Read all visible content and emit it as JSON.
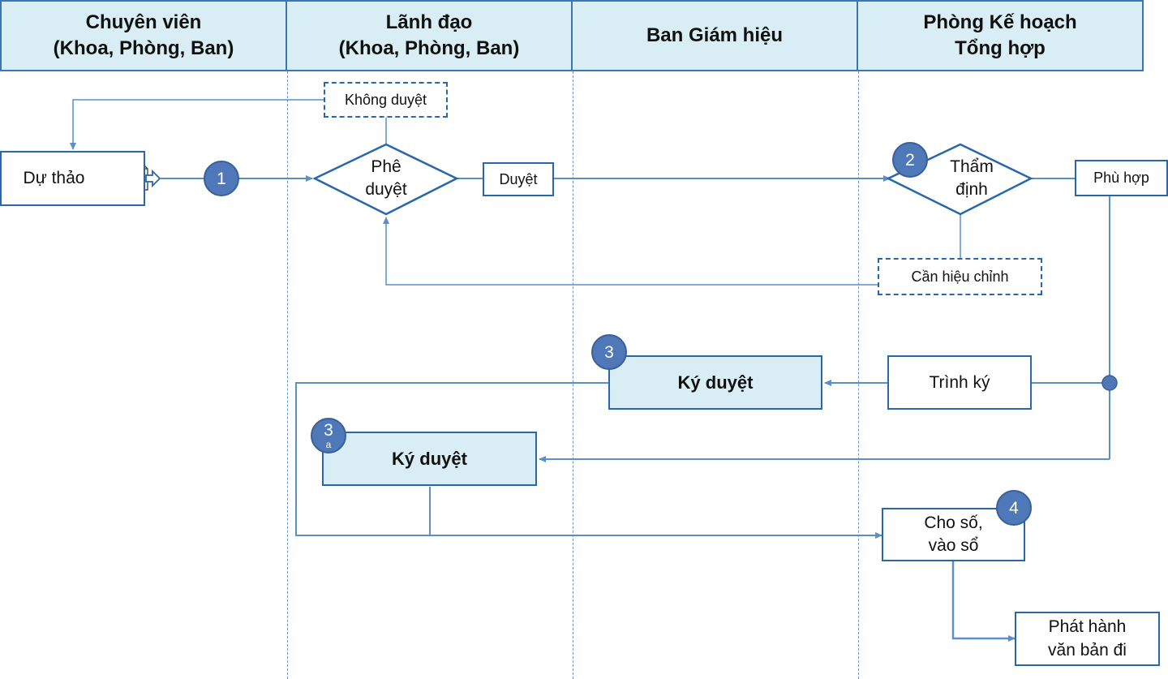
{
  "lanes": [
    {
      "title": "Chuyên viên\n(Khoa, Phòng, Ban)"
    },
    {
      "title": "Lãnh đạo\n(Khoa, Phòng, Ban)"
    },
    {
      "title": "Ban Giám hiệu"
    },
    {
      "title": "Phòng Kế hoạch\nTổng hợp"
    }
  ],
  "nodes": {
    "draft": "Dự thảo",
    "approve_decision": "Phê\nduyệt",
    "not_approved": "Không duyệt",
    "approved": "Duyệt",
    "appraise_decision": "Thẩm\nđịnh",
    "suitable": "Phù hợp",
    "needs_revision": "Cần hiệu chỉnh",
    "submit_sign": "Trình ký",
    "sign_board": "Ký duyệt",
    "sign_lead": "Ký duyệt",
    "number_register": "Cho số,\nvào sổ",
    "issue": "Phát hành\nvăn bản đi"
  },
  "steps": {
    "s1": "1",
    "s2": "2",
    "s3": "3",
    "s3a": "3",
    "s3a_sub": "a",
    "s4": "4"
  },
  "colors": {
    "header_fill": "#d9edf5",
    "border": "#2a66aa",
    "line": "#5b8fc9",
    "badge": "#4e78b8"
  }
}
